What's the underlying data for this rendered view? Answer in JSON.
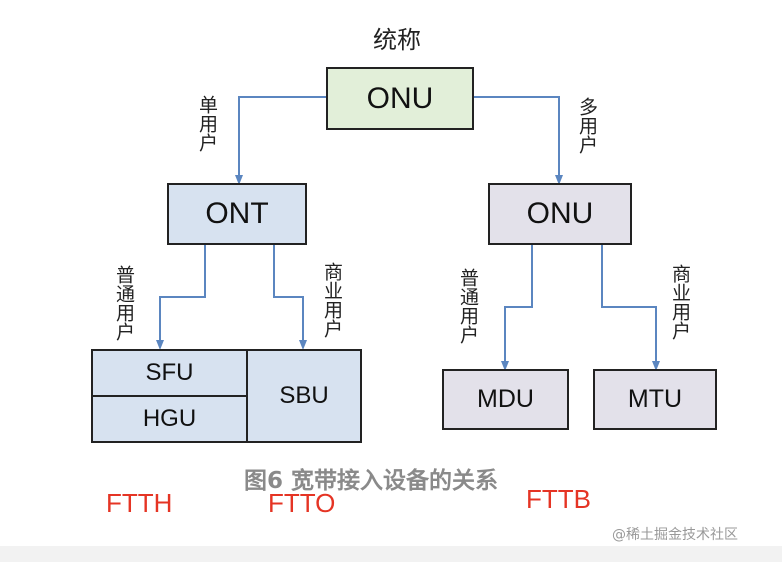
{
  "top_label": "统称",
  "nodes": {
    "root": "ONU",
    "ont": "ONT",
    "onu2": "ONU",
    "sfu": "SFU",
    "hgu": "HGU",
    "sbu": "SBU",
    "mdu": "MDU",
    "mtu": "MTU"
  },
  "edge_labels": {
    "single_user": "单用户",
    "multi_user": "多用户",
    "ordinary_user_left": "普通用户",
    "business_user_left": "商业用户",
    "ordinary_user_right": "普通用户",
    "business_user_right": "商业用户"
  },
  "caption": "图6 宽带接入设备的关系",
  "types": {
    "ftth": "FTTH",
    "ftto": "FTTO",
    "fttb": "FTTB"
  },
  "watermark": "@稀土掘金技术社区",
  "colors": {
    "root_fill": "#e2efd9",
    "ont_fill": "#d7e2f0",
    "onu2_fill": "#e3e1ea",
    "connector": "#5b86c0",
    "red_text": "#e53424",
    "caption": "#8a8a8a"
  }
}
